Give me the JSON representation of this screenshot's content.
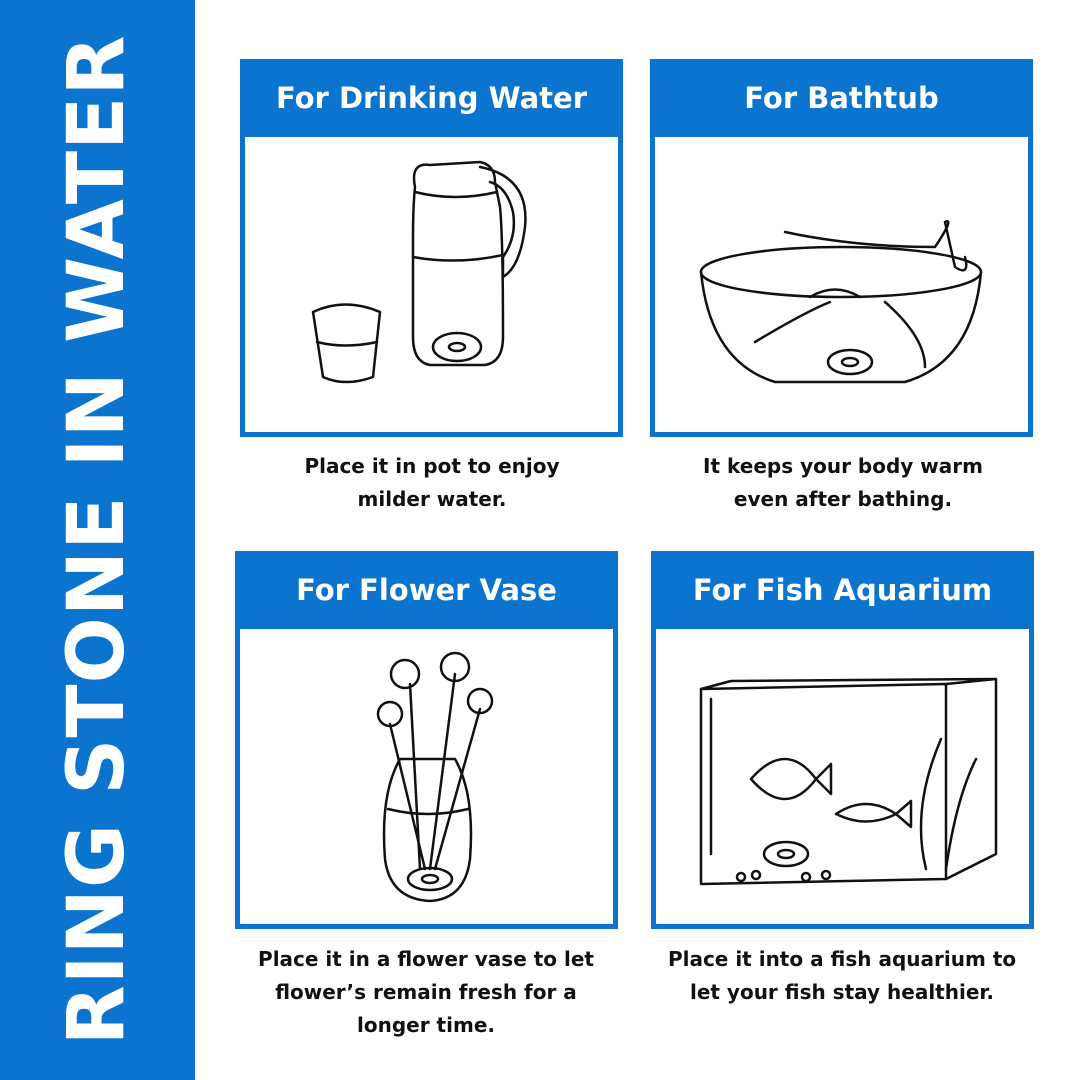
{
  "title": "RING STONE IN WATER",
  "accent_color": "#0A74CF",
  "cards": [
    {
      "heading": "For Drinking Water",
      "caption_line1": "Place it in pot to enjoy",
      "caption_line2": "milder water.",
      "icon": "pitcher-and-glass-illustration"
    },
    {
      "heading": "For Bathtub",
      "caption_line1": "It keeps your body warm",
      "caption_line2": "even after bathing.",
      "icon": "bathtub-illustration"
    },
    {
      "heading": "For Flower Vase",
      "caption_line1": "Place it in a flower vase to let",
      "caption_line2": "flower’s remain fresh for a",
      "caption_line3": "longer time.",
      "icon": "flower-vase-illustration"
    },
    {
      "heading": "For Fish Aquarium",
      "caption_line1": "Place it into a fish aquarium to",
      "caption_line2": "let your fish stay healthier.",
      "icon": "fish-aquarium-illustration"
    }
  ]
}
